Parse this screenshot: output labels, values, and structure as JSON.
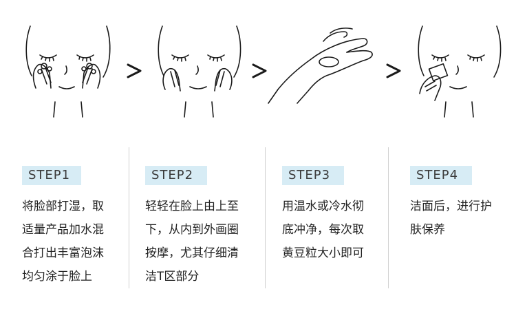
{
  "steps": [
    {
      "label": "STEP1",
      "lines": [
        "将脸部打湿，取",
        "适量产品加水混",
        "合打出丰富泡沫",
        "均匀涂于脸上"
      ]
    },
    {
      "label": "STEP2",
      "lines": [
        "轻轻在脸上由上至",
        "下，从内到外画圈",
        "按摩，尤其仔细清",
        "洁T区部分"
      ]
    },
    {
      "label": "STEP3",
      "lines": [
        "用温水或冷水彻",
        "底冲净，每次取",
        "黄豆粒大小即可"
      ]
    },
    {
      "label": "STEP4",
      "lines": [
        "洁面后，进行护",
        "肤保养"
      ]
    }
  ],
  "colors": {
    "badge_bg": "#d7ecf5",
    "divider": "#cfcfcf",
    "line_art": "#1a1a1a"
  },
  "icons": [
    "face-lather-icon",
    "face-massage-icon",
    "palm-cleanser-icon",
    "face-cotton-pad-icon",
    "chevron-right-icon"
  ]
}
